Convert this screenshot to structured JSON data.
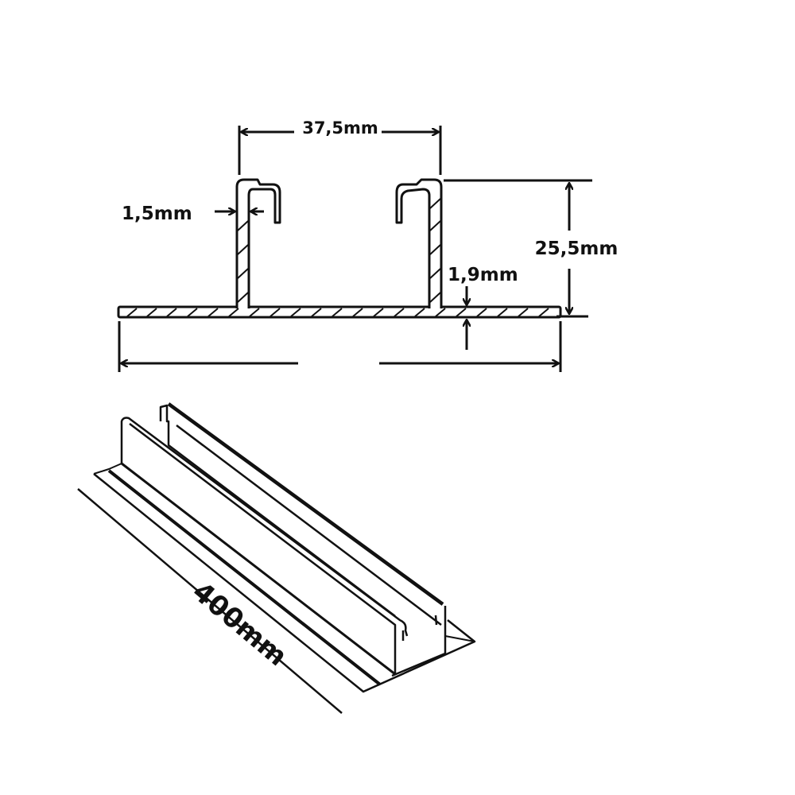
{
  "diagram": {
    "cross_section": {
      "dimensions": {
        "wall_spacing": "37,5mm",
        "height": "25,5mm",
        "wall_thickness": "1,5mm",
        "base_thickness": "1,9mm"
      }
    },
    "isometric_view": {
      "length": "400mm"
    },
    "colors": {
      "line": "#111111",
      "background": "#ffffff"
    }
  }
}
